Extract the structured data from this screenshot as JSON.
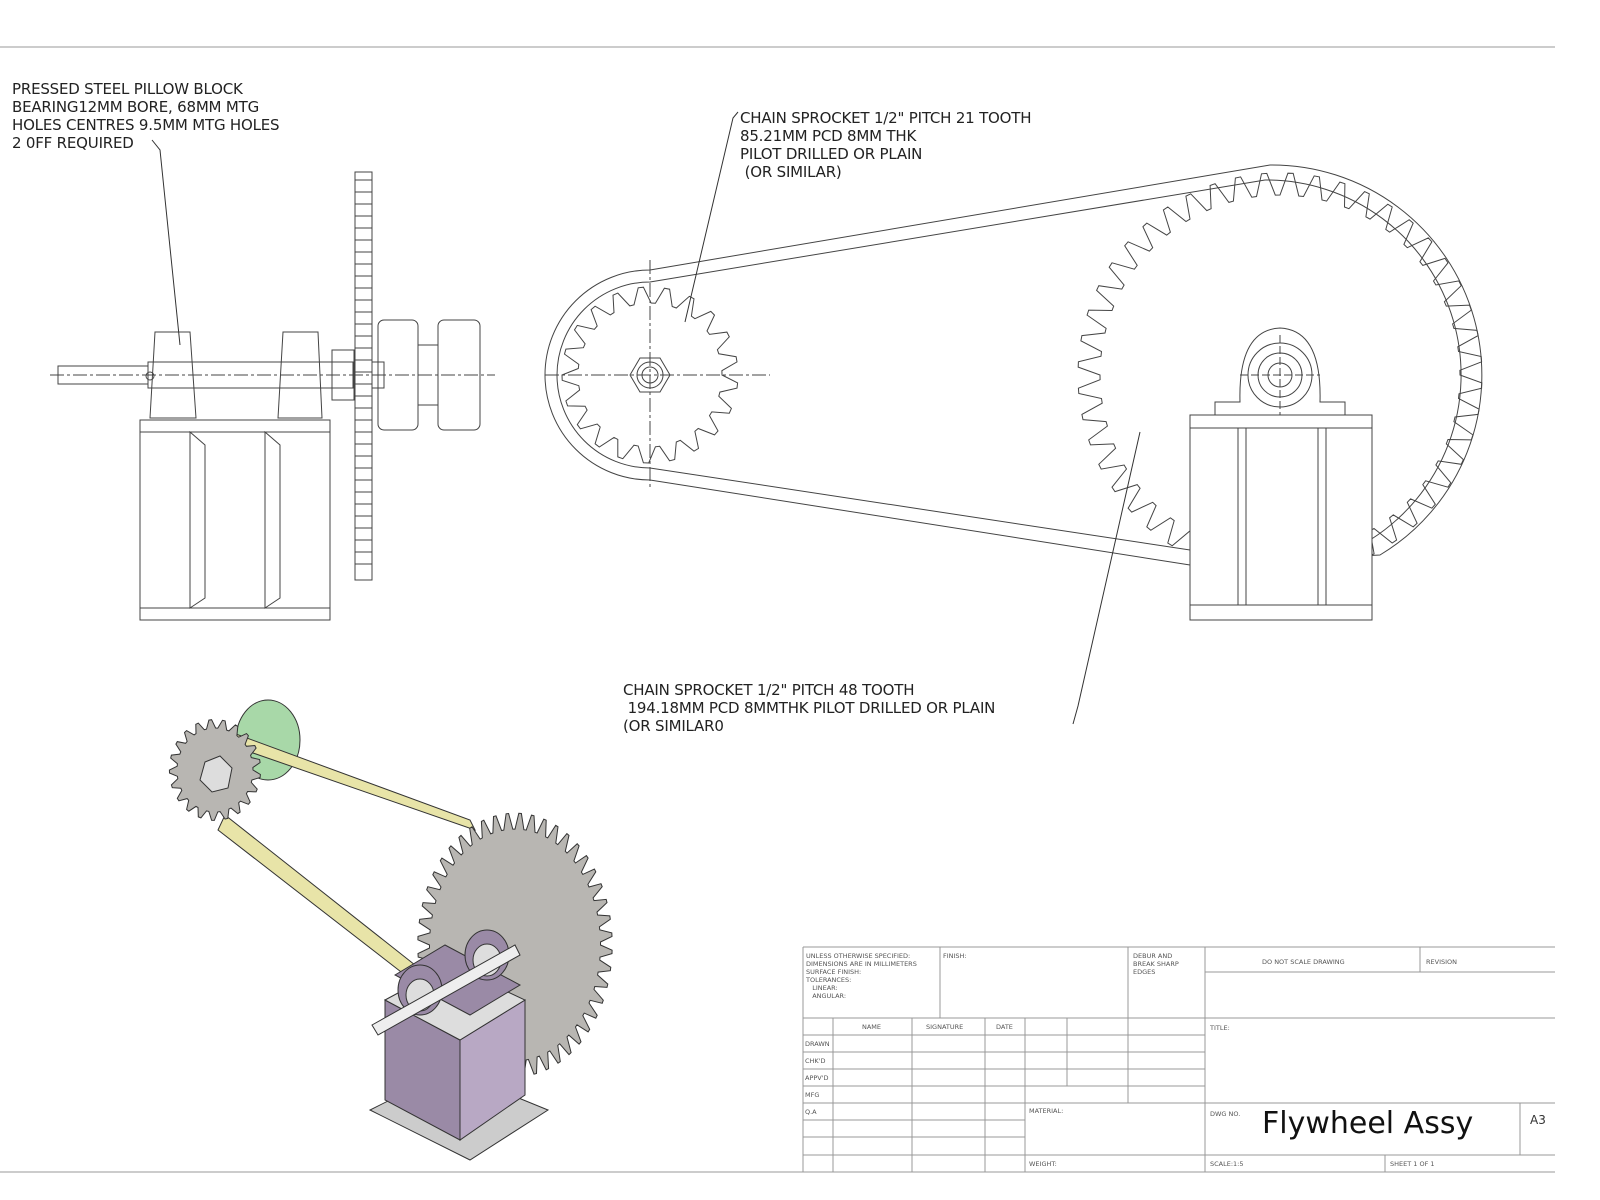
{
  "notes": {
    "pillow_block": "PRESSED STEEL PILLOW BLOCK\nBEARING12MM BORE, 68MM MTG\nHOLES CENTRES 9.5MM MTG HOLES\n2 0FF REQUIRED",
    "small_sprocket": "CHAIN SPROCKET 1/2\" PITCH 21 TOOTH\n85.21MM PCD 8MM THK\nPILOT DRILLED OR PLAIN\n (OR SIMILAR)",
    "large_sprocket": "CHAIN SPROCKET 1/2\" PITCH 48 TOOTH\n 194.18MM PCD 8MMTHK PILOT DRILLED OR PLAIN\n(OR SIMILAR0"
  },
  "title_block": {
    "tolerances": "UNLESS OTHERWISE SPECIFIED:\nDIMENSIONS ARE IN MILLIMETERS\nSURFACE FINISH:\nTOLERANCES:\n   LINEAR:\n   ANGULAR:",
    "finish": "FINISH:",
    "deburr": "DEBUR AND\nBREAK SHARP\nEDGES",
    "do_not_scale": "DO NOT SCALE DRAWING",
    "revision": "REVISION",
    "col_name": "NAME",
    "col_signature": "SIGNATURE",
    "col_date": "DATE",
    "rows": [
      "DRAWN",
      "CHK'D",
      "APPV'D",
      "MFG",
      "Q.A"
    ],
    "title_label": "TITLE:",
    "material": "MATERIAL:",
    "dwg_no": "DWG NO.",
    "drawing_title": "Flywheel Assy",
    "size": "A3",
    "weight": "WEIGHT:",
    "scale": "SCALE:1:5",
    "sheet": "SHEET 1 OF 1"
  },
  "colors": {
    "line": "#444444",
    "iso_gear": "#b8b6b2",
    "iso_chain": "#e8e4a8",
    "iso_stand": "#9a8aa6",
    "iso_flywheel": "#a8d8a8"
  }
}
